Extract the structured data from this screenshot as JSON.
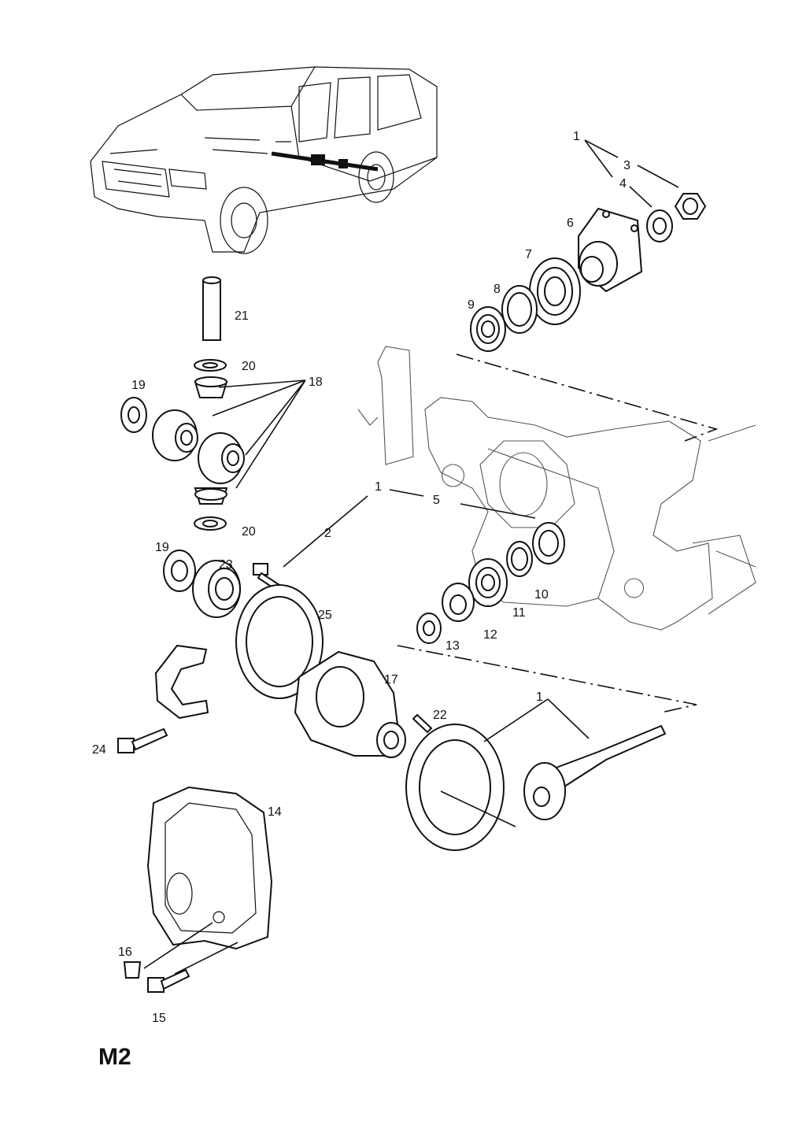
{
  "figure": {
    "code": "M2"
  },
  "callouts": [
    {
      "id": "c1a",
      "label": "1"
    },
    {
      "id": "c3",
      "label": "3"
    },
    {
      "id": "c4",
      "label": "4"
    },
    {
      "id": "c6",
      "label": "6"
    },
    {
      "id": "c7",
      "label": "7"
    },
    {
      "id": "c8",
      "label": "8"
    },
    {
      "id": "c9",
      "label": "9"
    },
    {
      "id": "c21",
      "label": "21"
    },
    {
      "id": "c20a",
      "label": "20"
    },
    {
      "id": "c18",
      "label": "18"
    },
    {
      "id": "c19a",
      "label": "19"
    },
    {
      "id": "c20b",
      "label": "20"
    },
    {
      "id": "c1b",
      "label": "1"
    },
    {
      "id": "c5",
      "label": "5"
    },
    {
      "id": "c2",
      "label": "2"
    },
    {
      "id": "c19b",
      "label": "19"
    },
    {
      "id": "c23",
      "label": "23"
    },
    {
      "id": "c25",
      "label": "25"
    },
    {
      "id": "c10",
      "label": "10"
    },
    {
      "id": "c11",
      "label": "11"
    },
    {
      "id": "c12",
      "label": "12"
    },
    {
      "id": "c13",
      "label": "13"
    },
    {
      "id": "c17",
      "label": "17"
    },
    {
      "id": "c1c",
      "label": "1"
    },
    {
      "id": "c22",
      "label": "22"
    },
    {
      "id": "c24",
      "label": "24"
    },
    {
      "id": "c14",
      "label": "14"
    },
    {
      "id": "c16",
      "label": "16"
    },
    {
      "id": "c15",
      "label": "15"
    }
  ]
}
